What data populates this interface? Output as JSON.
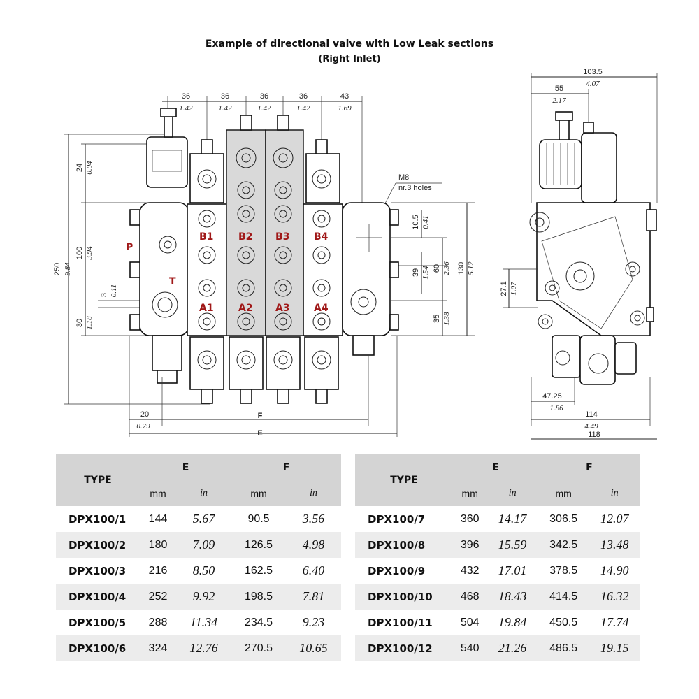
{
  "title": "Example of directional valve with Low Leak sections",
  "subtitle": "(Right Inlet)",
  "drawing": {
    "top_dims": [
      {
        "mm": "36",
        "in": "1.42"
      },
      {
        "mm": "36",
        "in": "1.42"
      },
      {
        "mm": "36",
        "in": "1.42"
      },
      {
        "mm": "36",
        "in": "1.42"
      },
      {
        "mm": "43",
        "in": "1.69"
      }
    ],
    "left_dims": {
      "total_mm": "250",
      "total_in": "9.84",
      "d24_mm": "24",
      "d24_in": "0.94",
      "d100_mm": "100",
      "d100_in": "3.94",
      "d3_mm": "3",
      "d3_in": "0.11",
      "d30_mm": "30",
      "d30_in": "1.18"
    },
    "right_dims": {
      "d10_5_mm": "10.5",
      "d10_5_in": "0.41",
      "d39_mm": "39",
      "d39_in": "1.54",
      "d60_mm": "60",
      "d60_in": "2.36",
      "d130_mm": "130",
      "d130_in": "5.12",
      "d35_mm": "35",
      "d35_in": "1.38"
    },
    "bottom_dims": {
      "d20_mm": "20",
      "d20_in": "0.79",
      "f_label": "F",
      "e_label": "E"
    },
    "m8_label": "M8",
    "holes_label": "nr.3 holes",
    "ports": {
      "p": "P",
      "t": "T",
      "b": [
        "B1",
        "B2",
        "B3",
        "B4"
      ],
      "a": [
        "A1",
        "A2",
        "A3",
        "A4"
      ]
    },
    "side_view": {
      "w103_mm": "103.5",
      "w103_in": "4.07",
      "w55_mm": "55",
      "w55_in": "2.17",
      "h27_mm": "27.1",
      "h27_in": "1.07",
      "w47_mm": "47.25",
      "w47_in": "1.86",
      "w114_mm": "114",
      "w114_in": "4.49",
      "w118_mm": "118"
    }
  },
  "table_headers": {
    "type": "TYPE",
    "e": "E",
    "f": "F",
    "mm": "mm",
    "in": "in"
  },
  "table_left": [
    {
      "type": "DPX100/1",
      "e_mm": "144",
      "e_in": "5.67",
      "f_mm": "90.5",
      "f_in": "3.56"
    },
    {
      "type": "DPX100/2",
      "e_mm": "180",
      "e_in": "7.09",
      "f_mm": "126.5",
      "f_in": "4.98"
    },
    {
      "type": "DPX100/3",
      "e_mm": "216",
      "e_in": "8.50",
      "f_mm": "162.5",
      "f_in": "6.40"
    },
    {
      "type": "DPX100/4",
      "e_mm": "252",
      "e_in": "9.92",
      "f_mm": "198.5",
      "f_in": "7.81"
    },
    {
      "type": "DPX100/5",
      "e_mm": "288",
      "e_in": "11.34",
      "f_mm": "234.5",
      "f_in": "9.23"
    },
    {
      "type": "DPX100/6",
      "e_mm": "324",
      "e_in": "12.76",
      "f_mm": "270.5",
      "f_in": "10.65"
    }
  ],
  "table_right": [
    {
      "type": "DPX100/7",
      "e_mm": "360",
      "e_in": "14.17",
      "f_mm": "306.5",
      "f_in": "12.07"
    },
    {
      "type": "DPX100/8",
      "e_mm": "396",
      "e_in": "15.59",
      "f_mm": "342.5",
      "f_in": "13.48"
    },
    {
      "type": "DPX100/9",
      "e_mm": "432",
      "e_in": "17.01",
      "f_mm": "378.5",
      "f_in": "14.90"
    },
    {
      "type": "DPX100/10",
      "e_mm": "468",
      "e_in": "18.43",
      "f_mm": "414.5",
      "f_in": "16.32"
    },
    {
      "type": "DPX100/11",
      "e_mm": "504",
      "e_in": "19.84",
      "f_mm": "450.5",
      "f_in": "17.74"
    },
    {
      "type": "DPX100/12",
      "e_mm": "540",
      "e_in": "21.26",
      "f_mm": "486.5",
      "f_in": "19.15"
    }
  ]
}
